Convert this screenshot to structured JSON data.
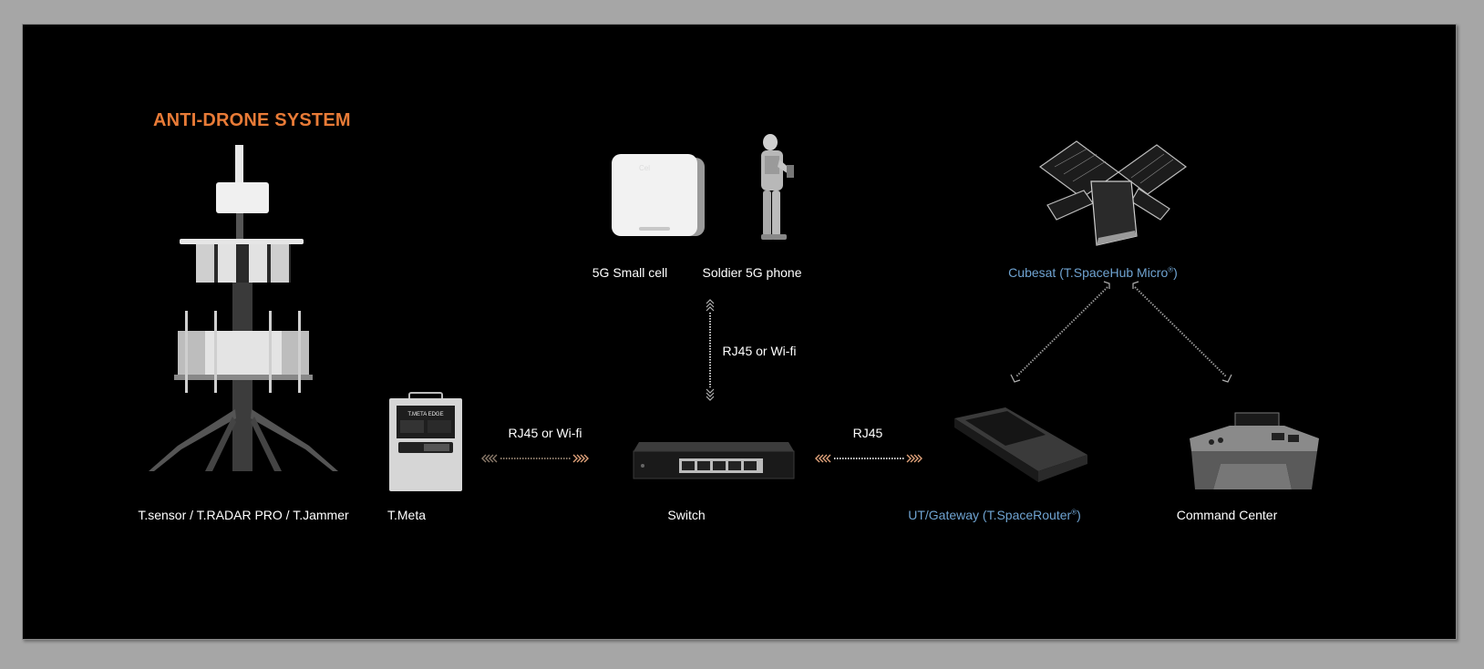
{
  "diagram": {
    "title": "ANTI-DRONE SYSTEM",
    "nodes": {
      "sensor": "T.sensor / T.RADAR PRO / T.Jammer",
      "tmeta": "T.Meta",
      "switch": "Switch",
      "small_cell": "5G Small cell",
      "soldier_phone": "Soldier 5G phone",
      "cubesat": {
        "text": "Cubesat (T.SpaceHub Micro",
        "mark": "®",
        "close": ")"
      },
      "gateway": {
        "text": "UT/Gateway (T.SpaceRouter",
        "mark": "®",
        "close": ")"
      },
      "command_center": "Command Center"
    },
    "links": {
      "tmeta_switch": "RJ45 or Wi-fi",
      "switch_up": "RJ45 or Wi-fi",
      "switch_gateway": "RJ45"
    },
    "device_text": {
      "tmeta_screen": "T.META EDGE",
      "small_cell_brand": "Cel"
    },
    "colors": {
      "accent": "#e87b37",
      "satellite_label": "#6fa3d1",
      "link_left": "#8b7a6a",
      "link_right": "#e0a27a"
    }
  }
}
